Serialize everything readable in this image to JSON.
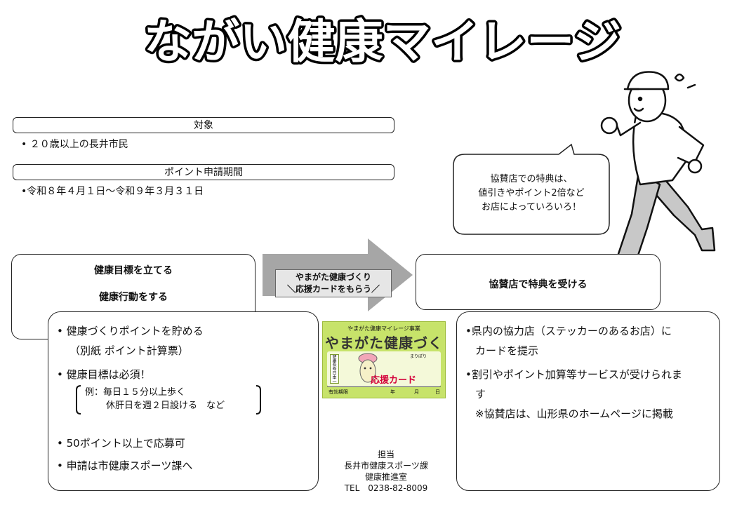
{
  "title": "ながい健康マイレージ",
  "target": {
    "header": "対象",
    "bullet": "２０歳以上の長井市民"
  },
  "period": {
    "header": "ポイント申請期間",
    "bullet": "令和８年４月１日～令和９年３月３１日"
  },
  "bubble": {
    "line1": "協賛店での特典は、",
    "line2": "値引きやポイント2倍など",
    "line3": "お店によっていろいろ！"
  },
  "left_panel": {
    "title1": "健康目標を立てる",
    "title2": "健康行動をする",
    "items": [
      "健康づくりポイントを貯める",
      "（別紙 ポイント計算票）",
      "健康目標は必須！",
      "例：毎日１５分以上歩く",
      "休肝日を週２日設ける　など",
      "50ポイント以上で応募可",
      "申請は市健康スポーツ課へ"
    ]
  },
  "arrow": {
    "line1": "やまがた健康づくり",
    "line2": "＼応援カードをもらう／"
  },
  "card": {
    "subtitle": "やまがた健康マイレージ事業",
    "main": "やまがた健康づくり",
    "tag": "応援カード",
    "side": "健康長寿日本一",
    "mascot_name": "まりぽり",
    "valid_label": "有効期限",
    "year_label": "年",
    "month_label": "月",
    "day_label": "日",
    "color": "#c7e36a"
  },
  "right_panel": {
    "title": "協賛店で特典を受ける",
    "items": [
      "県内の協力店（ステッカーのあるお店）に",
      "カードを提示",
      "割引やポイント加算等サービスが受けられま",
      "す",
      "※協賛店は、山形県のホームページに掲載"
    ]
  },
  "contact": {
    "line1": "担当",
    "line2": "長井市健康スポーツ課",
    "line3": "健康推進室",
    "line4": "TEL　0238-82-8009"
  }
}
